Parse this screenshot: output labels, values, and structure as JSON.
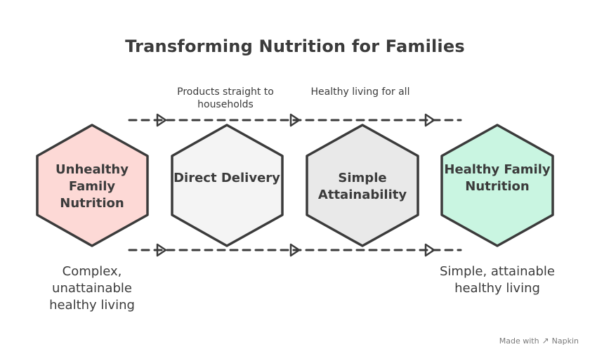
{
  "title": "Transforming Nutrition for Families",
  "colors": {
    "unhealthy_fill": "#fdd9d6",
    "delivery_fill": "#f4f4f4",
    "attain_fill": "#e9e9e9",
    "healthy_fill": "#c9f5e1",
    "stroke": "#3b3b3b"
  },
  "top_labels": [
    {
      "text": "Products straight to households"
    },
    {
      "text": "Healthy living for all"
    }
  ],
  "hexagons": [
    {
      "label": "Unhealthy Family Nutrition",
      "fill_key": "unhealthy_fill"
    },
    {
      "label": "Direct Delivery",
      "fill_key": "delivery_fill"
    },
    {
      "label": "Simple Attainability",
      "fill_key": "attain_fill"
    },
    {
      "label": "Healthy Family Nutrition",
      "fill_key": "healthy_fill"
    }
  ],
  "bottom_labels": [
    {
      "text": "Complex, unattainable healthy living"
    },
    {
      "text": "Simple, attainable healthy living"
    }
  ],
  "footer": {
    "made_with": "Made with",
    "brand": "Napkin"
  }
}
